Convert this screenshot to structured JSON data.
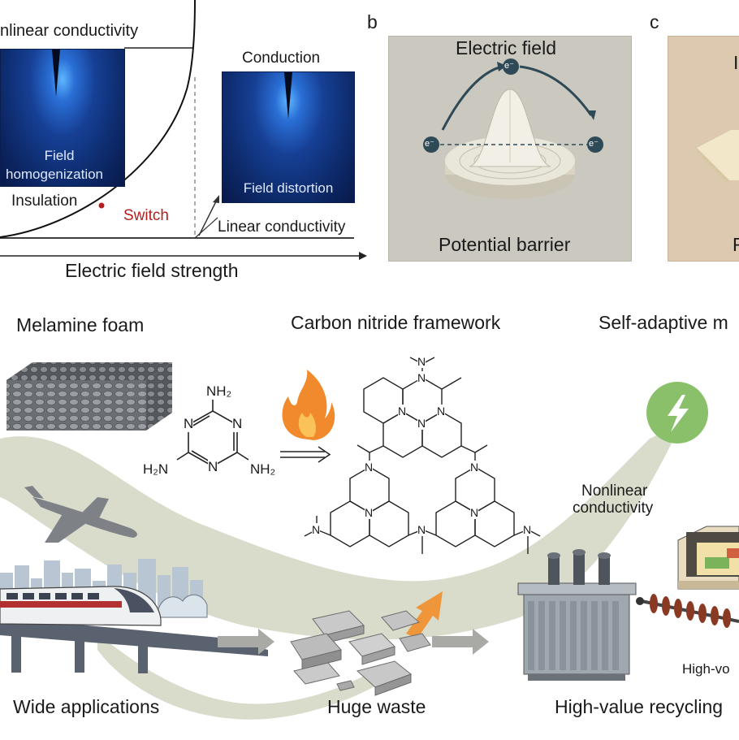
{
  "panel_a": {
    "curve_label": "nlinear conductivity",
    "inset_left_text_line1": "Field",
    "inset_left_text_line2": "homogenization",
    "inset_right_title": "Conduction",
    "inset_right_text": "Field distortion",
    "insulation": "Insulation",
    "switch": "Switch",
    "linear": "Linear conductivity",
    "xaxis": "Electric field strength"
  },
  "panel_b": {
    "letter": "b",
    "title": "Electric field",
    "electron": "e⁻",
    "bottom": "Potential barrier"
  },
  "panel_c": {
    "letter": "c",
    "top_fragment": "I",
    "bottom_fragment": "F"
  },
  "bottom": {
    "melamine": "Melamine foam",
    "framework": "Carbon nitride framework",
    "self_adaptive": "Self-adaptive m",
    "nonlinear_line1": "Nonlinear",
    "nonlinear_line2": "conductivity",
    "wide": "Wide applications",
    "waste": "Huge waste",
    "recycling": "High-value recycling",
    "high_vo": "High-vo"
  },
  "chem": {
    "N": "N",
    "NH2": "NH₂",
    "H2N": "H₂N"
  },
  "colors": {
    "switch_red": "#b22020",
    "band": "#c9ccb5",
    "bolt_green": "#8bc06a",
    "flame_orange": "#f08a2c",
    "rail_dark": "#5a6270",
    "arrow_gray": "#a9aaa6"
  },
  "icons": [
    "flame-icon",
    "bolt-icon",
    "airplane-icon",
    "train-icon",
    "transformer-icon",
    "insulator-icon",
    "electron-icon"
  ]
}
